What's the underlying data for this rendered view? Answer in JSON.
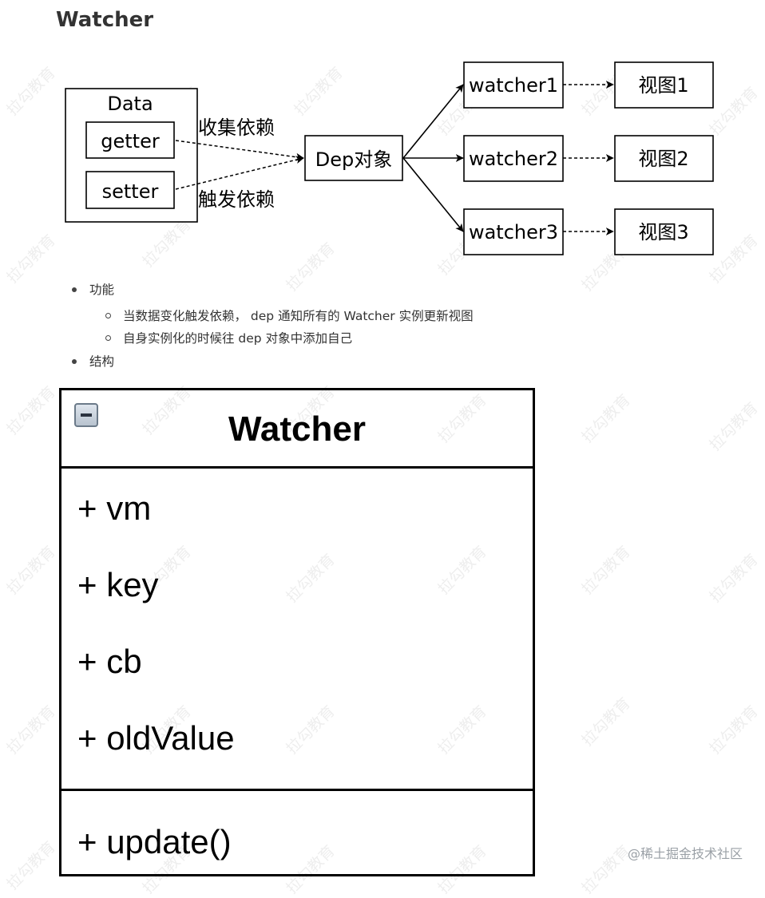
{
  "heading": "Watcher",
  "flow": {
    "data_label": "Data",
    "getter": "getter",
    "setter": "setter",
    "collect_label": "收集依赖",
    "trigger_label": "触发依赖",
    "dep": "Dep对象",
    "watchers": [
      "watcher1",
      "watcher2",
      "watcher3"
    ],
    "views": [
      "视图1",
      "视图2",
      "视图3"
    ]
  },
  "features": {
    "title": "功能",
    "items": [
      "当数据变化触发依赖， dep 通知所有的 Watcher 实例更新视图",
      "自身实例化的时候往 dep 对象中添加自己"
    ]
  },
  "structure": {
    "title": "结构"
  },
  "uml": {
    "class_name": "Watcher",
    "attributes": [
      "+ vm",
      "+ key",
      "+ cb",
      "+ oldValue"
    ],
    "methods": [
      "+ update()"
    ]
  },
  "watermark": "拉勾教育",
  "credit": "@稀土掘金技术社区"
}
